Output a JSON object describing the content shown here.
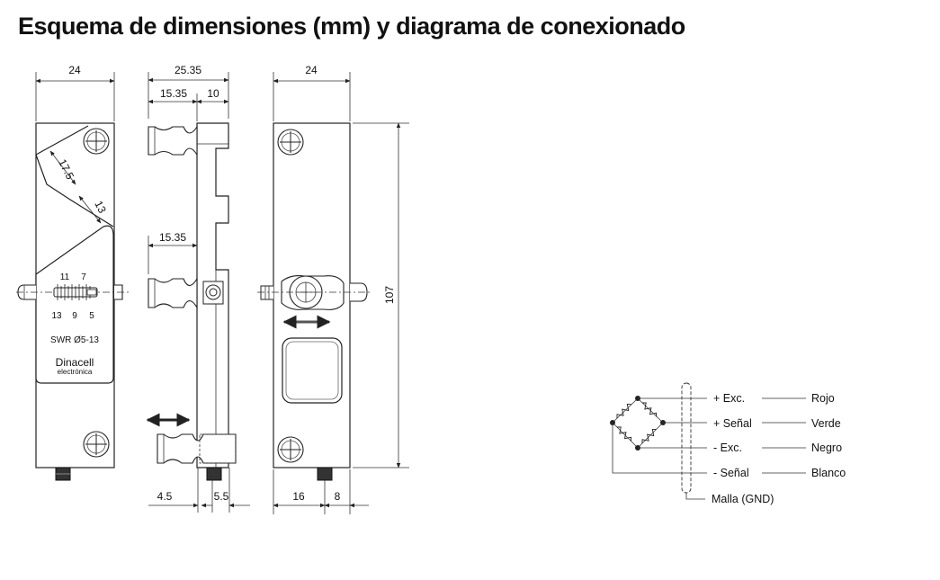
{
  "title": "Esquema de dimensiones (mm) y diagrama de conexionado",
  "front_view": {
    "width_dim": "24",
    "chamfer_dim_1": "17.5",
    "chamfer_dim_2": "13",
    "scale_top_labels": [
      "11",
      "7"
    ],
    "scale_bottom_labels": [
      "13",
      "9",
      "5"
    ],
    "model": "SWR Ø5-13",
    "brand": "Dinacell",
    "brand_sub": "electrónica"
  },
  "side_view": {
    "total_dim": "25.35",
    "left_dim": "15.35",
    "right_dim": "10",
    "mid_dim": "15.35",
    "bottom_left_dim": "4.5",
    "bottom_right_dim": "5.5"
  },
  "back_view": {
    "width_dim": "24",
    "height_dim": "107",
    "bottom_left_dim": "16",
    "bottom_right_dim": "8"
  },
  "wiring": {
    "signals": [
      "+ Exc.",
      "+ Señal",
      "- Exc.",
      "- Señal"
    ],
    "colors": [
      "Rojo",
      "Verde",
      "Negro",
      "Blanco"
    ],
    "shield": "Malla (GND)"
  }
}
